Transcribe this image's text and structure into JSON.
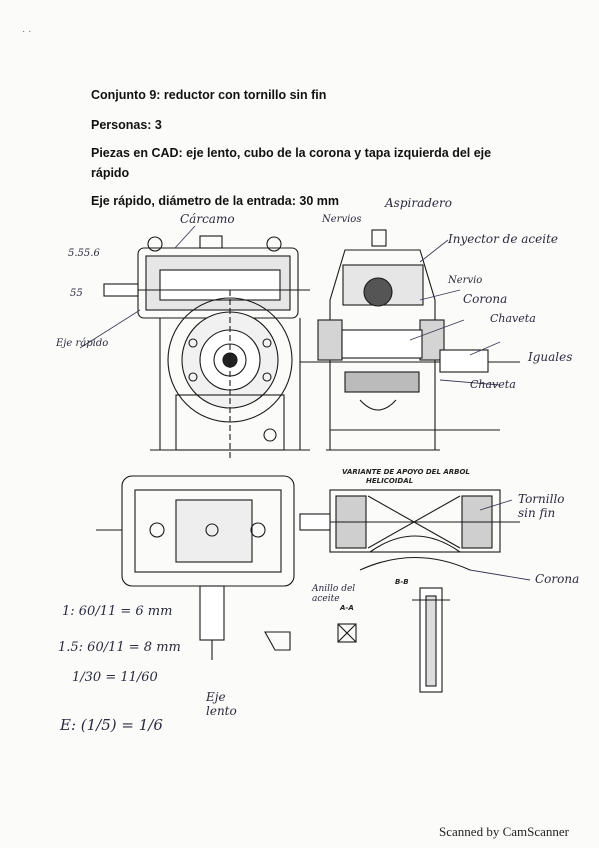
{
  "header": {
    "title": "Conjunto 9: reductor con tornillo sin fin",
    "people": "Personas: 3",
    "cad_parts_line1": "Piezas en CAD: eje lento, cubo de la corona y tapa izquierda del eje",
    "cad_parts_line2": "rápido",
    "input_shaft": "Eje rápido, diámetro de la entrada: 30 mm"
  },
  "annotations": {
    "carcasa": "Cárcamo",
    "nervios": "Nervios",
    "aspiradero": "Aspiradero",
    "inyector": "Inyector de aceite",
    "ref_555": "5.55.6",
    "ref_55": "55",
    "eje_rapido": "Eje rápido",
    "nervio": "Nervio",
    "corona": "Corona",
    "chaveta1": "Chaveta",
    "chaveta2": "Chaveta",
    "iguales": "Iguales",
    "tornillo_sin_fin": "Tornillo sin fin",
    "corona2": "Corona",
    "anillo": "Anillo del aceite",
    "eje_lento": "Eje lento"
  },
  "print_labels": {
    "variante": "VARIANTE DE APOYO DEL ARBOL",
    "helicoidal": "HELICOIDAL",
    "bb": "B-B",
    "aa": "A-A"
  },
  "calculations": {
    "line1": "1: 60/11 = 6 mm",
    "line2": "1.5: 60/11 = 8 mm",
    "line3": "1/30 = 11/60",
    "line4": "E: (1/5) = 1/6"
  },
  "footer": {
    "scanner": "Scanned by CamScanner"
  }
}
